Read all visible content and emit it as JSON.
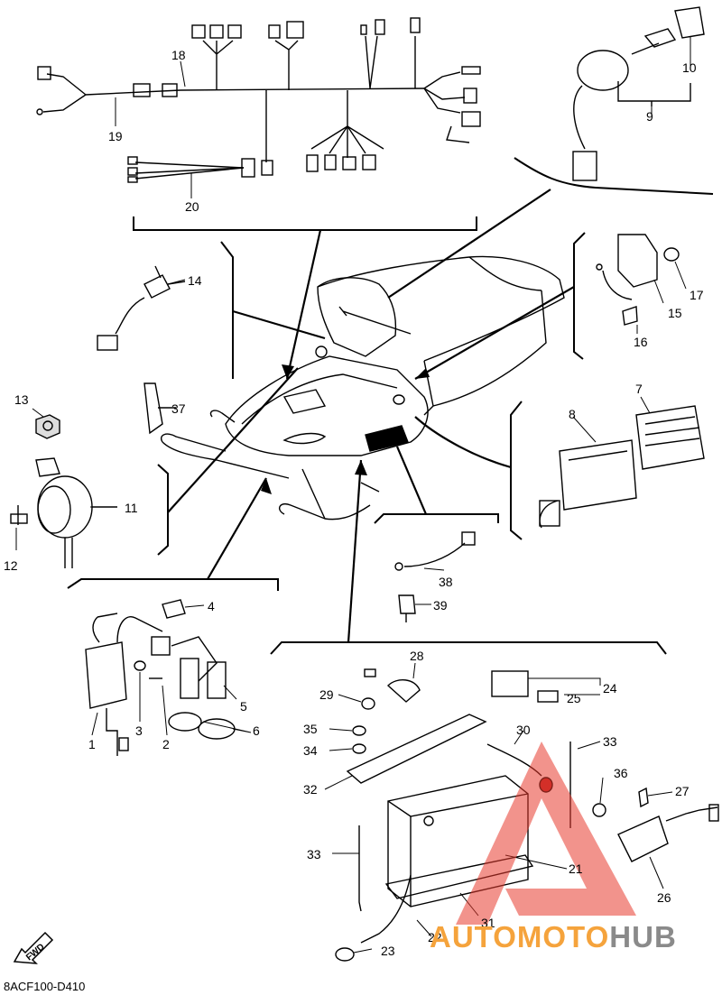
{
  "diagram_code": "8ACF100-D410",
  "watermark": {
    "part1": "AUTOMOTO",
    "part2": "HUB"
  },
  "fwd_label": "FWD",
  "part_labels": {
    "p1": "1",
    "p2": "2",
    "p3": "3",
    "p4": "4",
    "p5": "5",
    "p6": "6",
    "p7": "7",
    "p8": "8",
    "p9": "9",
    "p10": "10",
    "p11": "11",
    "p12": "12",
    "p13": "13",
    "p14": "14",
    "p15": "15",
    "p16": "16",
    "p17": "17",
    "p18": "18",
    "p19": "19",
    "p20": "20",
    "p21": "21",
    "p22": "22",
    "p23": "23",
    "p24": "24",
    "p25": "25",
    "p26": "26",
    "p27": "27",
    "p28": "28",
    "p29": "29",
    "p30": "30",
    "p31": "31",
    "p32": "32",
    "p33a": "33",
    "p33b": "33",
    "p34": "34",
    "p35": "35",
    "p36": "36",
    "p37": "37",
    "p38": "38",
    "p39": "39"
  },
  "colors": {
    "line": "#000000",
    "watermark_red": "#e83a2e",
    "watermark_orange": "#f5a33c",
    "watermark_gray": "#8a8a8a"
  }
}
